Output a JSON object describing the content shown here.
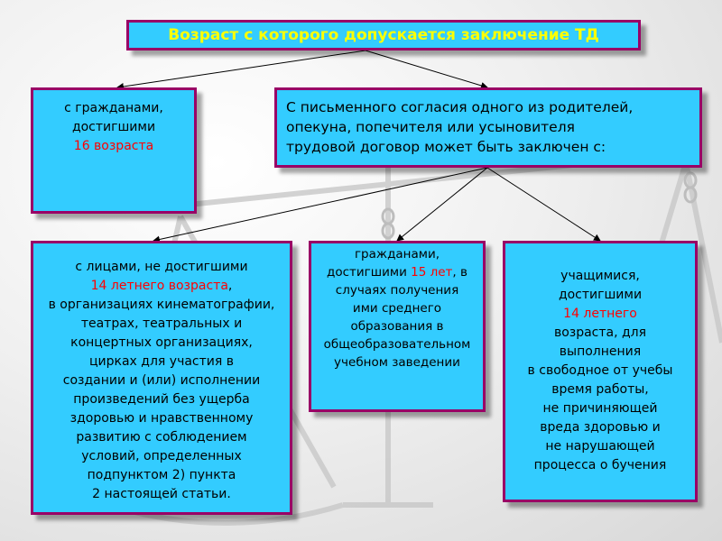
{
  "title": "Возраст с которого допускается  заключение ТД",
  "box_16": {
    "line1": "с гражданами,",
    "line2": "достигшими",
    "age": "16 возраста"
  },
  "box_consent": {
    "line1": "С письменного согласия одного из родителей,",
    "line2": "опекуна, попечителя или усыновителя",
    "line3": "трудовой договор может быть заключен с:"
  },
  "box_14": {
    "line1": "с лицами, не достигшими",
    "age": "14 летнего возраста",
    "age_suffix": ",",
    "lines": [
      "в организациях кинематографии,",
      "театрах, театральных и",
      "концертных организациях,",
      "цирках для участия в",
      "создании и (или) исполнении",
      "произведений без ущерба",
      "здоровью и нравственному",
      "развитию с соблюдением",
      "условий, определенных",
      "подпунктом 2) пункта",
      "2 настоящей статьи."
    ]
  },
  "box_15": {
    "line1": "гражданами,",
    "line2_prefix": "достигшими ",
    "age": "15 лет",
    "line2_suffix": ", в",
    "lines": [
      "случаях получения",
      "ими среднего",
      "образования  в",
      "общеобразовательном",
      "учебном заведении"
    ]
  },
  "box_students": {
    "line1": "учащимися,",
    "line2": "достигшими",
    "age": "14 летнего",
    "lines": [
      "возраста, для",
      "выполнения",
      "в свободное от учебы",
      "время работы,",
      "не причиняющей",
      "вреда здоровью и",
      "не нарушающей",
      "процесса о бучения"
    ]
  },
  "colors": {
    "box_fill": "#33ccff",
    "box_border": "#990066",
    "title_text": "#ffff00",
    "highlight": "#ff0000"
  }
}
